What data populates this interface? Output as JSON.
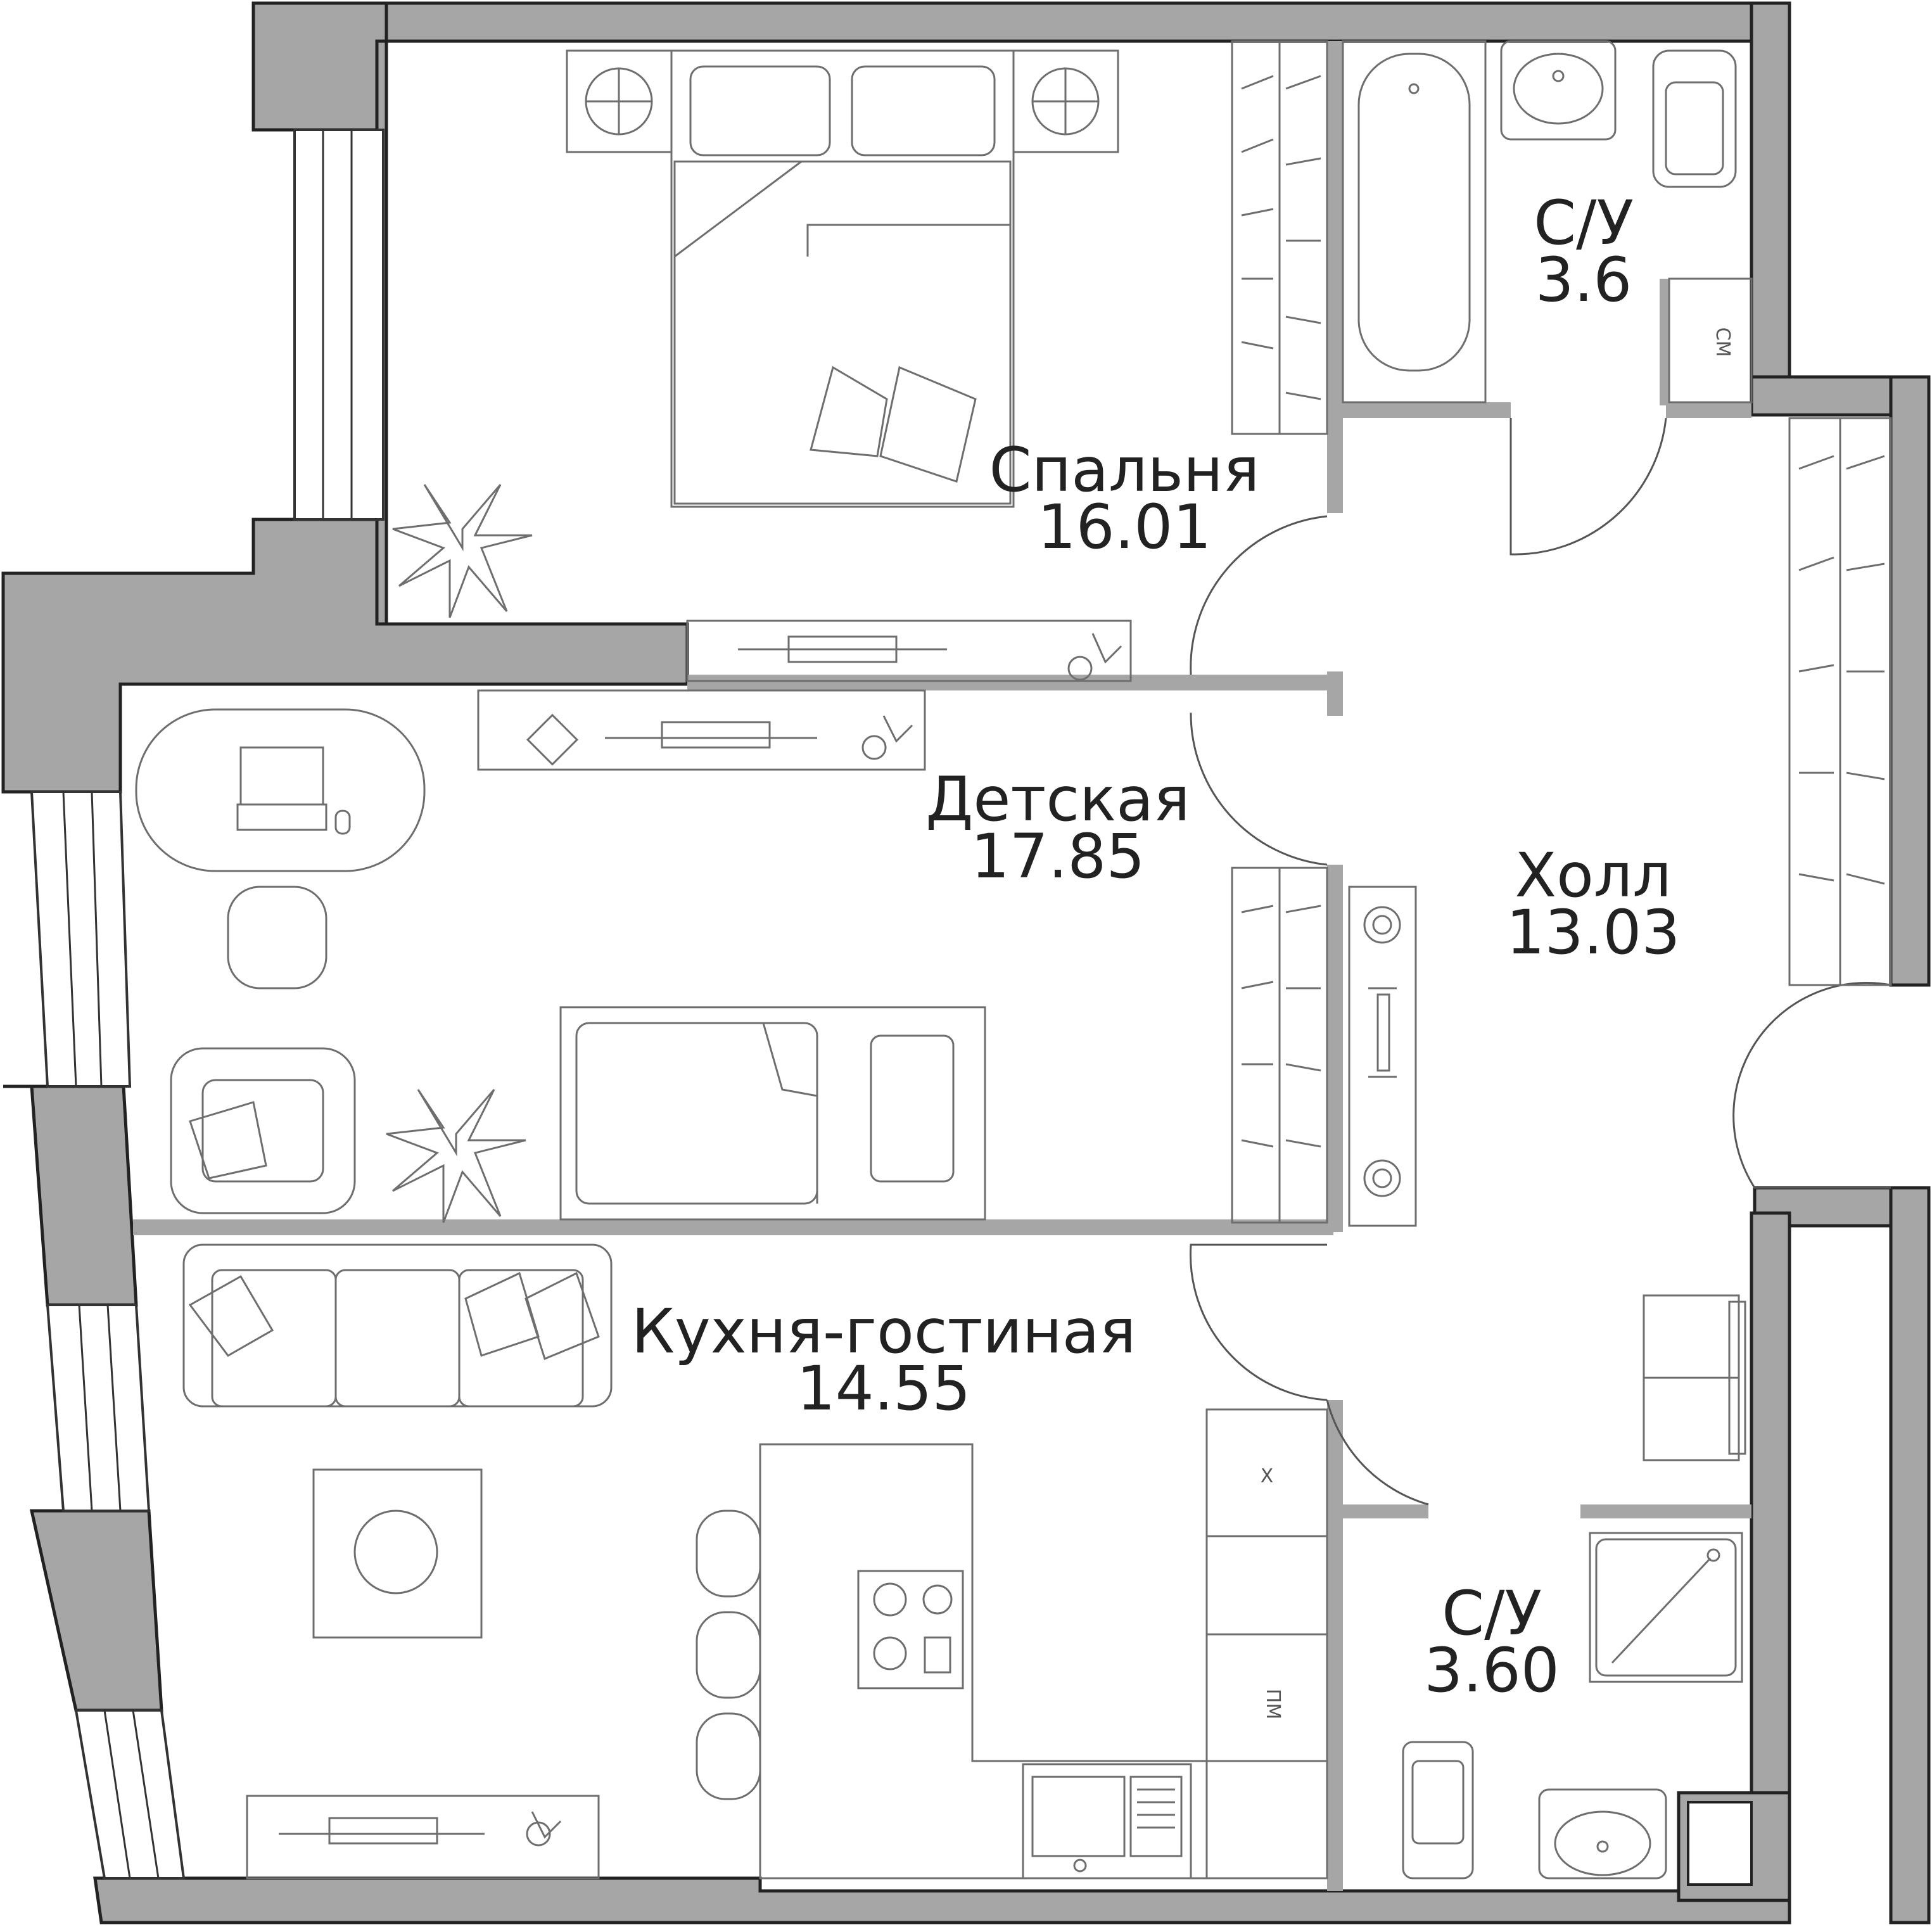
{
  "plan": {
    "rooms": [
      {
        "id": "bedroom",
        "label": "Спальня",
        "area": "16.01"
      },
      {
        "id": "kids",
        "label": "Детская",
        "area": "17.85"
      },
      {
        "id": "hall",
        "label": "Холл",
        "area": "13.03"
      },
      {
        "id": "bath1",
        "label": "С/У",
        "area": "3.6"
      },
      {
        "id": "living",
        "label": "Кухня-гостиная",
        "area": "14.55"
      },
      {
        "id": "bath2",
        "label": "С/У",
        "area": "3.60"
      }
    ],
    "appliances": {
      "washing_machine": "СМ",
      "dishwasher": "ПМ",
      "fridge": "Х"
    }
  }
}
